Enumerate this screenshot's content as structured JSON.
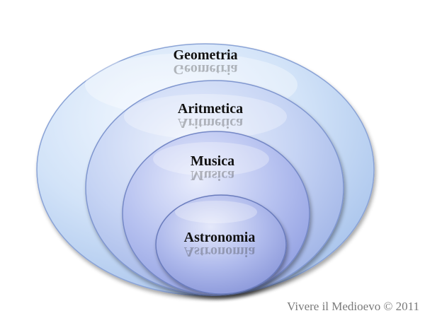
{
  "diagram": {
    "rings": [
      {
        "label": "Geometria"
      },
      {
        "label": "Aritmetica"
      },
      {
        "label": "Musica"
      },
      {
        "label": "Astronomia"
      }
    ]
  },
  "copyright": "Vivere il Medioevo © 2011",
  "colors": {
    "outer_fill": "#c9dcf6",
    "inner_fill": "#a9b3ec",
    "outline": "#6e86c2"
  }
}
